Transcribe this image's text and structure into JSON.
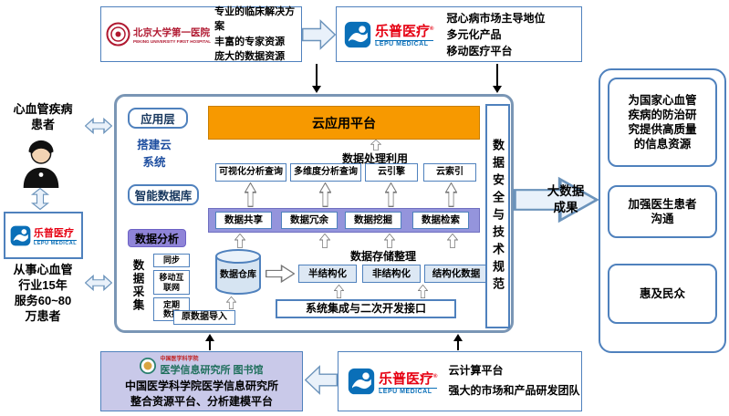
{
  "colors": {
    "accent_blue": "#4f81bd",
    "orange": "#f79900",
    "purple_bar": "#9494dc",
    "purple_label": "#8f84d8",
    "lavender_box": "#c9c9e9",
    "frame_gray_blue": "#7a96b5",
    "lepu_red": "#e60012",
    "lepu_blue": "#0a6fb8",
    "hospital_red": "#b01830",
    "institute_green": "#1f6f5c"
  },
  "top": {
    "hospital": {
      "name": "北京大学第一医院",
      "name_en": "PEKING UNIVERSITY FIRST HOSPITAL",
      "lines": [
        "专业的临床解决方案",
        "丰富的专家资源",
        "庞大的数据资源"
      ]
    },
    "lepu": {
      "name": "乐普医疗",
      "reg": "®",
      "name_en": "LEPU MEDICAL",
      "lines": [
        "冠心病市场主导地位",
        "多元化产品",
        "移动医疗平台"
      ]
    }
  },
  "left": {
    "patient_lines": [
      "心血管疾病",
      "患者"
    ],
    "lepu_name": "乐普医疗",
    "lepu_en": "LEPU MEDICAL",
    "desc_lines": [
      "从事心血管",
      "行业15年",
      "服务60~80",
      "万患者"
    ]
  },
  "main": {
    "app_layer": "应用层",
    "cloud_platform": "云应用平台",
    "build_cloud_lines": [
      "搭建云",
      "系统"
    ],
    "processing_label": "数据处理利用",
    "query_boxes": [
      "可视化分析查询",
      "多维度分析查询",
      "云引擎",
      "云索引"
    ],
    "smart_db": "智能数据库",
    "share_boxes": [
      "数据共享",
      "数据冗余",
      "数据挖掘",
      "数据检索"
    ],
    "analysis_label": "数据分析",
    "storage_label": "数据存储整理",
    "collect_label": "数据采集",
    "collect_boxes": [
      "同步",
      "移动互联网",
      "定期数据"
    ],
    "warehouse": "数据仓库",
    "storage_boxes": [
      "半结构化",
      "非结构化",
      "结构化数据"
    ],
    "raw_import": "原数据导入",
    "integration": "系统集成与二次开发接口",
    "security": "数据安全与技术规范"
  },
  "right": {
    "result_lines": [
      "大数据",
      "成果"
    ],
    "boxes": [
      "为国家心血管疾病的防治研究提供高质量的信息资源",
      "加强医生患者沟通",
      "惠及民众"
    ]
  },
  "bottom": {
    "institute": {
      "logo_small": "中国医学科学院",
      "logo_main": "医学信息研究所 图书馆",
      "lines": [
        "中国医学科学院医学信息研究所",
        "整合资源平台、分析建模平台"
      ]
    },
    "lepu": {
      "name": "乐普医疗",
      "reg": "®",
      "name_en": "LEPU MEDICAL",
      "lines": [
        "云计算平台",
        "强大的市场和产品研发团队"
      ]
    }
  }
}
